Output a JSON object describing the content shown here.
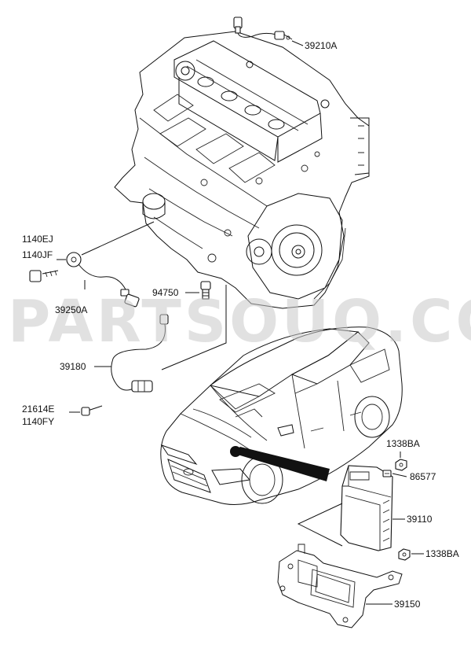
{
  "watermark": "PARTSOUQ.COM",
  "labels": {
    "p39210A": "39210A",
    "p1140EJ": "1140EJ",
    "p1140JF": "1140JF",
    "p39250A": "39250A",
    "p94750": "94750",
    "p39180": "39180",
    "p21614E": "21614E",
    "p1140FY": "1140FY",
    "p1338BA_top": "1338BA",
    "p86577": "86577",
    "p39110": "39110",
    "p1338BA_right": "1338BA",
    "p39150": "39150"
  }
}
